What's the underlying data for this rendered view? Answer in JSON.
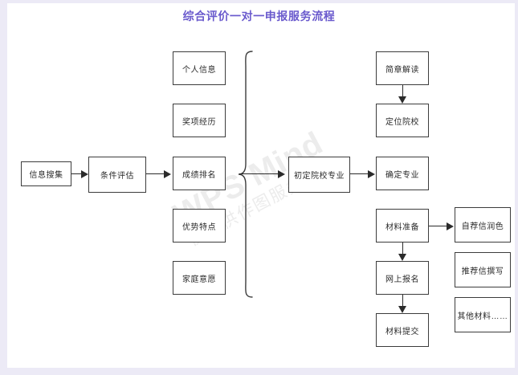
{
  "title": "综合评价一对一申报服务流程",
  "watermark": {
    "line1": "WPS Mind",
    "line2": "仅提供作图服务"
  },
  "colors": {
    "title": "#6a5acd",
    "node_border": "#3c3c3c",
    "node_text": "#2b2b2b",
    "connector": "#2b2b2b",
    "frame": "#eceaf6",
    "watermark": "#ececec",
    "background": "#ffffff"
  },
  "nodes": {
    "start": {
      "label": "信息搜集"
    },
    "evaluate": {
      "label": "条件评估"
    },
    "criteria": [
      {
        "label": "个人信息"
      },
      {
        "label": "奖项经历"
      },
      {
        "label": "成绩排名"
      },
      {
        "label": "优势特点"
      },
      {
        "label": "家庭意愿"
      }
    ],
    "preliminary": {
      "label": "初定院校专业"
    },
    "guide_reading": {
      "label": "简章解读"
    },
    "locate_school": {
      "label": "定位院校"
    },
    "confirm_major": {
      "label": "确定专业"
    },
    "material_prep": {
      "label": "材料准备"
    },
    "online_apply": {
      "label": "网上报名"
    },
    "material_submit": {
      "label": "材料提交"
    },
    "materials": [
      {
        "label": "自荐信润色"
      },
      {
        "label": "推荐信撰写"
      },
      {
        "label": "其他材料……"
      }
    ]
  }
}
